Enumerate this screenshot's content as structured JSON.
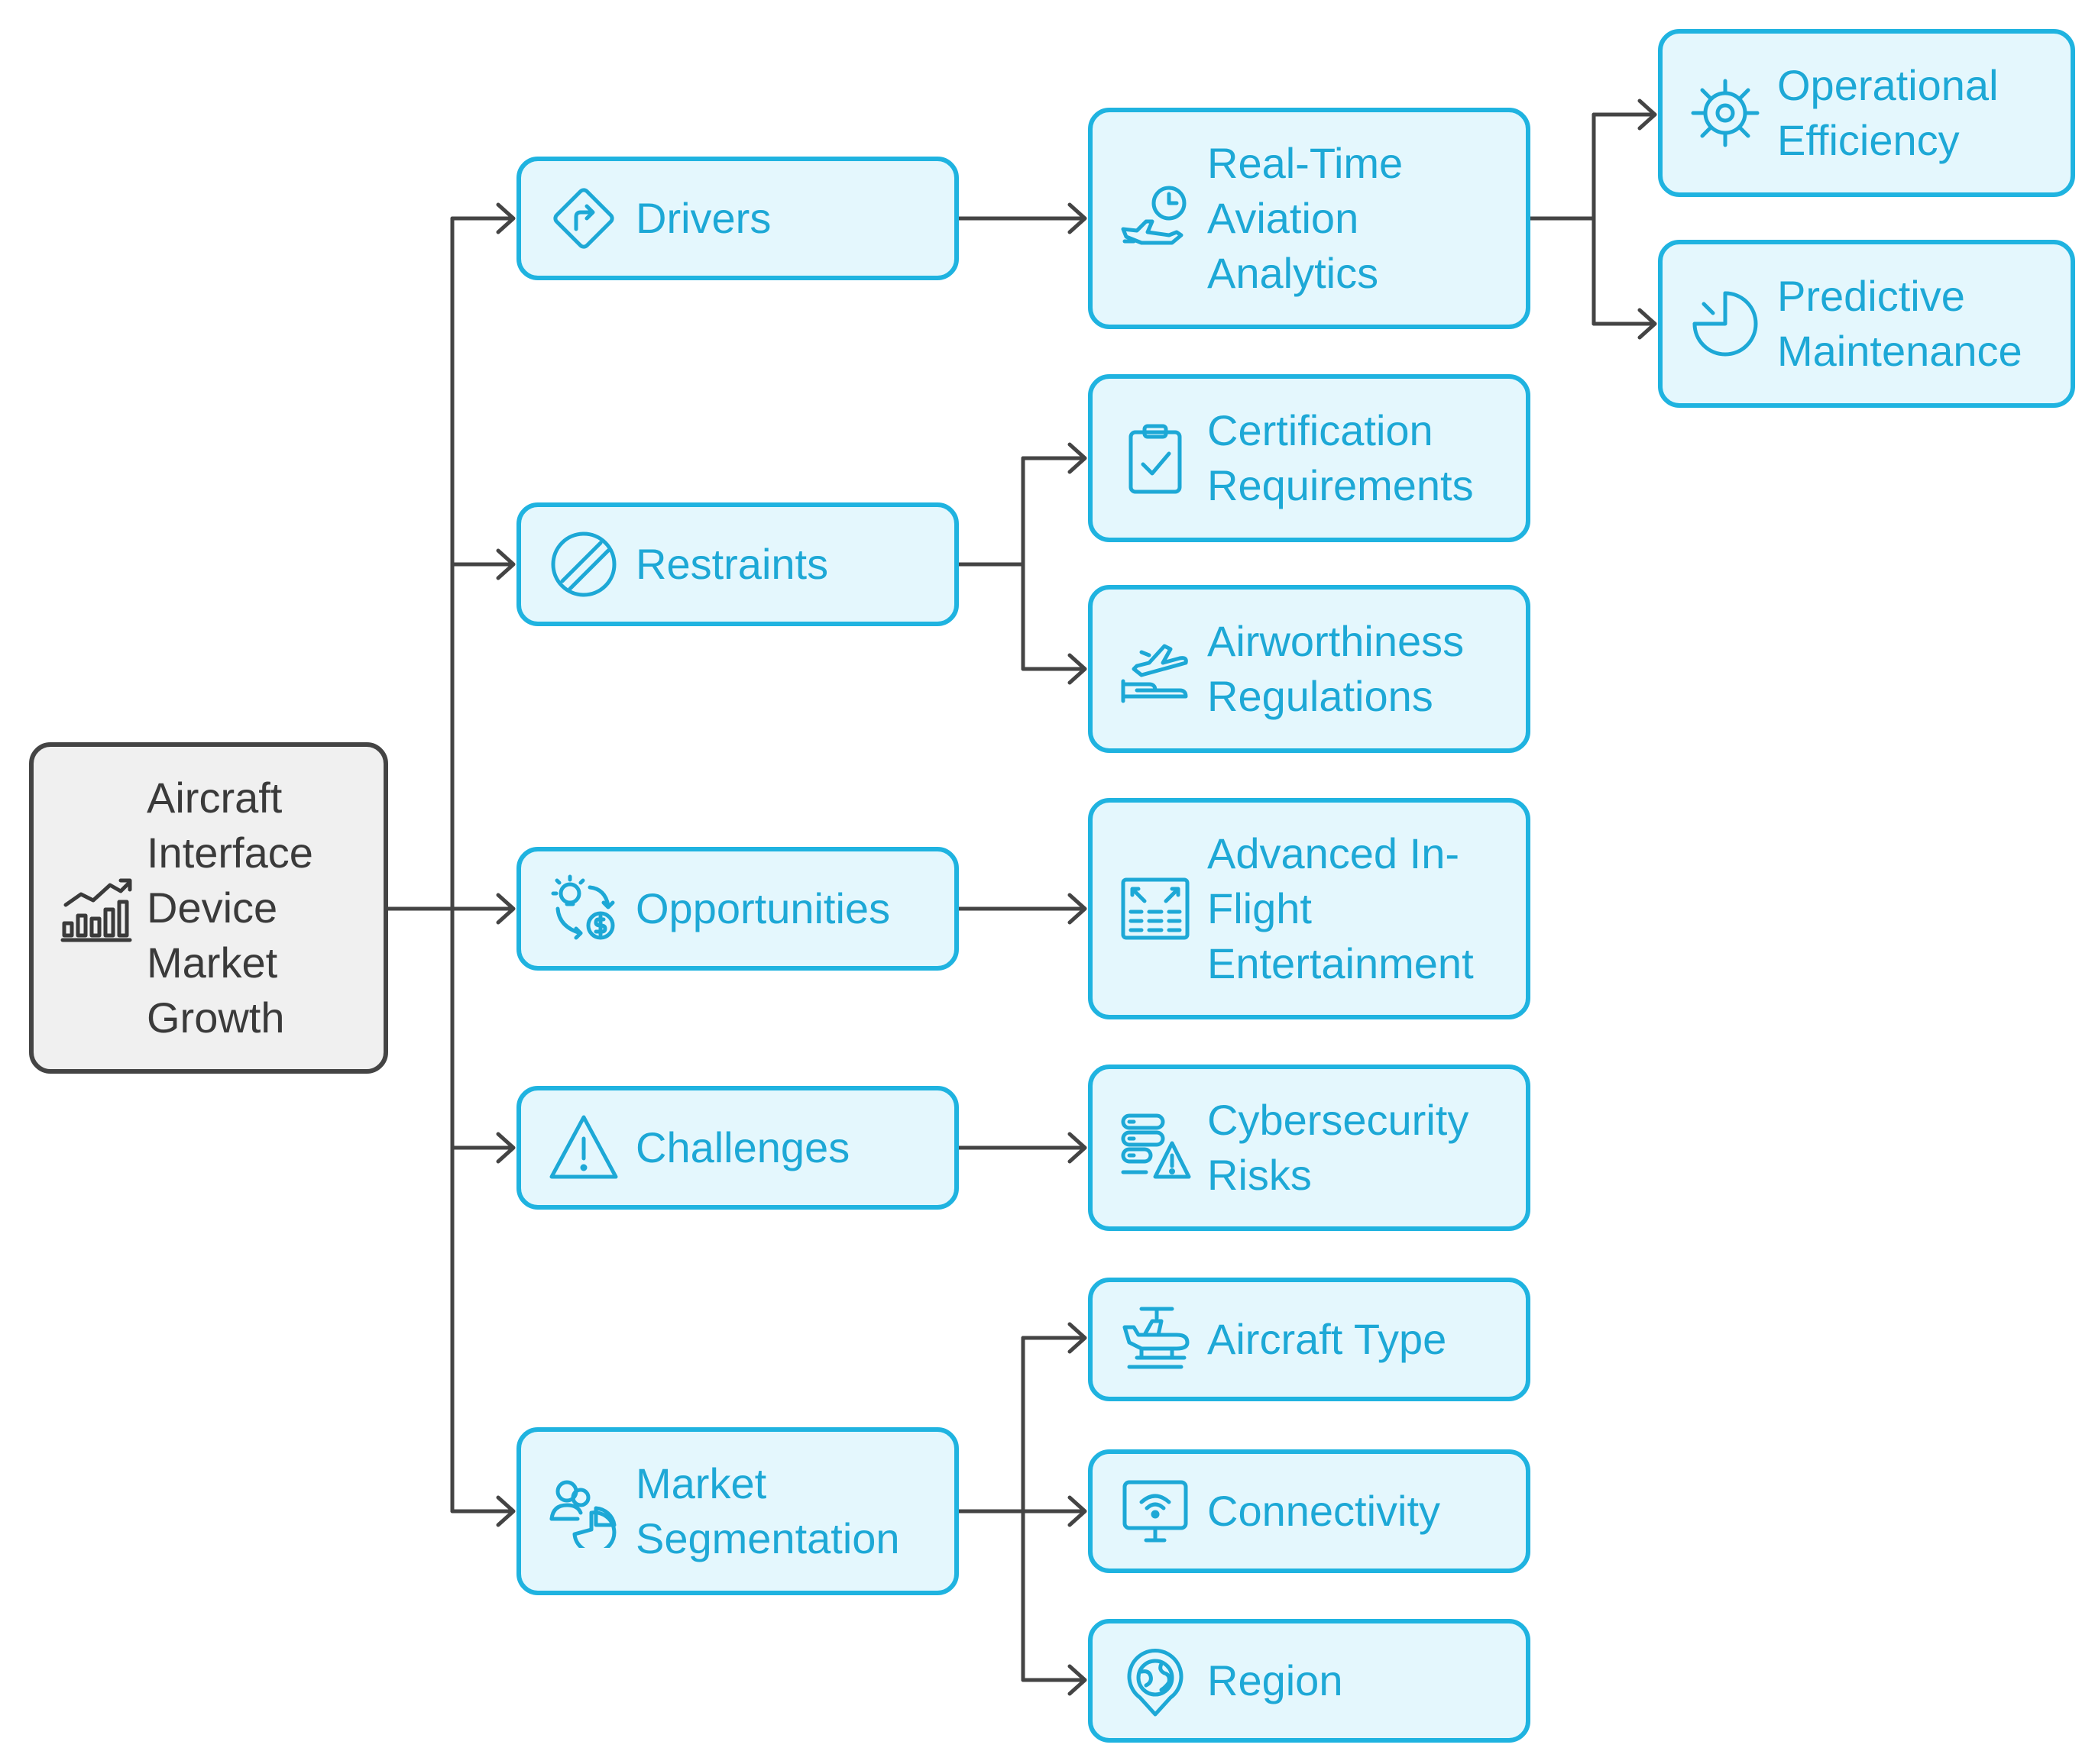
{
  "colors": {
    "accent": "#1fb3e0",
    "accent_text": "#1da8d6",
    "accent_fill": "#e4f7fd",
    "root_border": "#444444",
    "root_fill": "#f0f0f0",
    "connector": "#444444"
  },
  "root": {
    "label": "Aircraft\nInterface\nDevice\nMarket\nGrowth",
    "icon": "growth-chart-icon"
  },
  "categories": {
    "drivers": {
      "label": "Drivers",
      "icon": "turn-sign-icon"
    },
    "restraints": {
      "label": "Restraints",
      "icon": "no-entry-icon"
    },
    "opportunities": {
      "label": "Opportunities",
      "icon": "idea-money-cycle-icon"
    },
    "challenges": {
      "label": "Challenges",
      "icon": "warning-icon"
    },
    "segmentation": {
      "label": "Market\nSegmentation",
      "icon": "people-pie-icon"
    }
  },
  "leaves": {
    "analytics": {
      "label": "Real-Time\nAviation\nAnalytics",
      "icon": "plane-clock-icon"
    },
    "certification": {
      "label": "Certification\nRequirements",
      "icon": "clipboard-check-icon"
    },
    "airworthiness": {
      "label": "Airworthiness\nRegulations",
      "icon": "plane-hand-icon"
    },
    "inflight": {
      "label": "Advanced In-\nFlight\nEntertainment",
      "icon": "screen-grid-icon"
    },
    "cyber": {
      "label": "Cybersecurity\nRisks",
      "icon": "server-warning-icon"
    },
    "aircraft_type": {
      "label": "Aircraft Type",
      "icon": "seaplane-icon"
    },
    "connectivity": {
      "label": "Connectivity",
      "icon": "wifi-monitor-icon"
    },
    "region": {
      "label": "Region",
      "icon": "globe-pin-icon"
    },
    "operational": {
      "label": "Operational\nEfficiency",
      "icon": "gear-icon"
    },
    "predictive": {
      "label": "Predictive\nMaintenance",
      "icon": "pie-timer-icon"
    }
  }
}
